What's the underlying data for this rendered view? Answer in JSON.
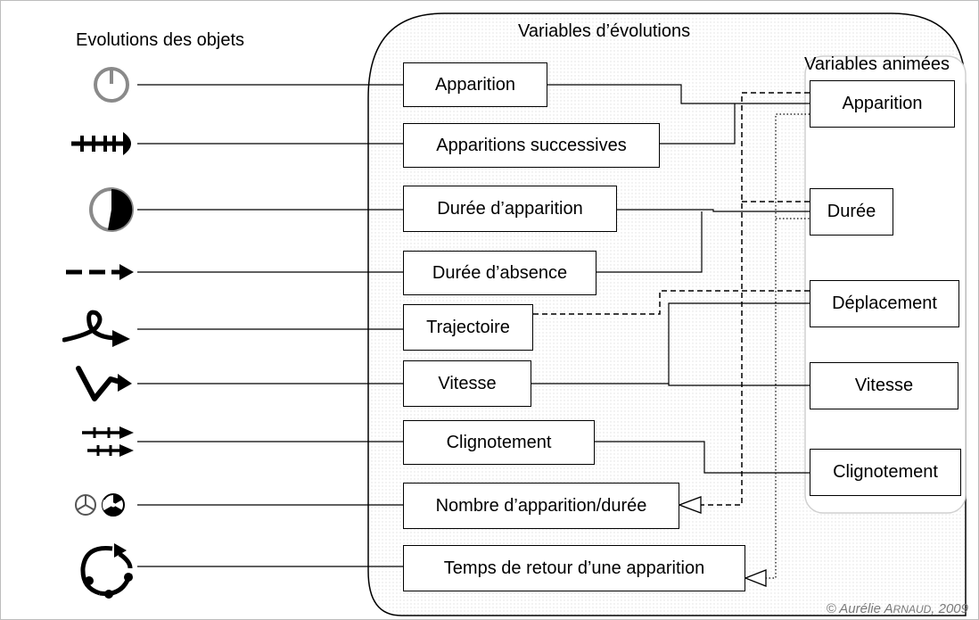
{
  "headers": {
    "objects": "Evolutions des objets",
    "evolution_vars": "Variables d’évolutions",
    "animated_vars": "Variables animées"
  },
  "evolution_variables": [
    "Apparition",
    "Apparitions successives",
    "Durée d’apparition",
    "Durée d’absence",
    "Trajectoire",
    "Vitesse",
    "Clignotement",
    "Nombre d’apparition/durée",
    "Temps de retour d’une apparition"
  ],
  "animated_variables": [
    "Apparition",
    "Durée",
    "Déplacement",
    "Vitesse",
    "Clignotement"
  ],
  "object_icons": [
    "power-symbol-icon",
    "repeated-ticks-arrow-icon",
    "pie-clock-icon",
    "dashed-arrow-icon",
    "loop-trajectory-icon",
    "speed-zigzag-arrow-icon",
    "double-dashed-arrows-icon",
    "rotating-disc-pair-icon",
    "circular-return-arrows-icon"
  ],
  "copyright": {
    "prefix": "© Aurélie A",
    "name_caps": "rnaud",
    "suffix": ", 2009"
  },
  "colors": {
    "frame": "#bdbdbd",
    "copyright": "#7a7a7a",
    "dotted_texture": "#e6e6e6"
  }
}
